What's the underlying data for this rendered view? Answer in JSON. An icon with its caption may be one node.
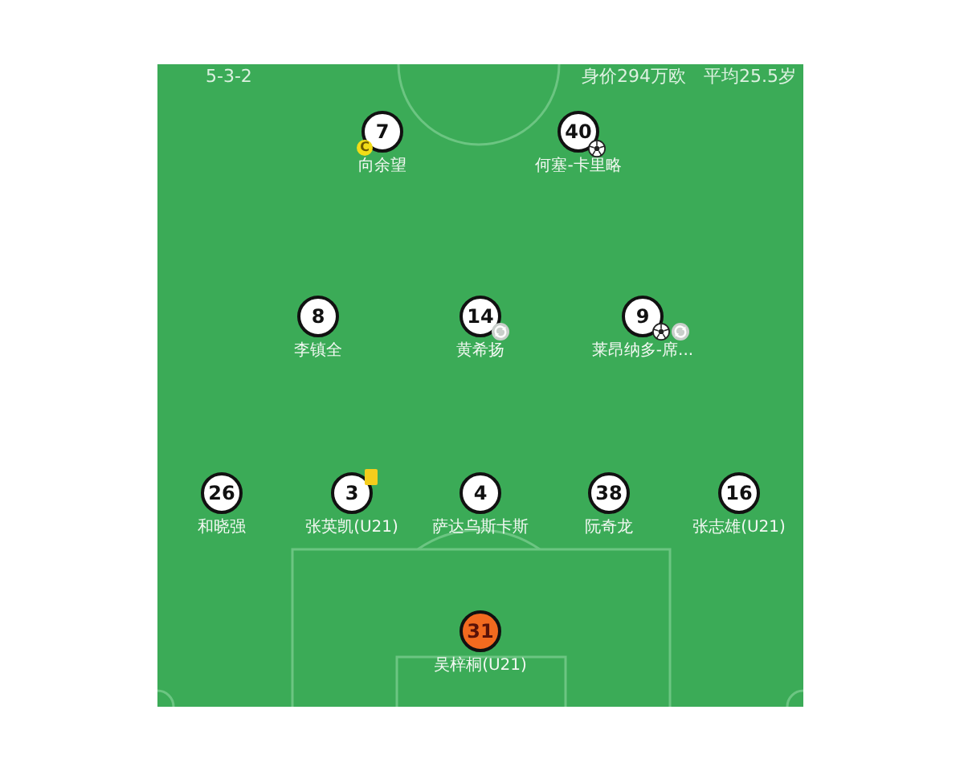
{
  "diagram": {
    "nodes": [
      {
        "text": [
          "7"
        ],
        "beside": [
          "向余望"
        ]
      },
      {
        "text": [
          "40"
        ],
        "beside": [
          "何塞-卡里略"
        ]
      },
      {
        "text": [
          "8"
        ],
        "beside": [
          "李镇全"
        ]
      },
      {
        "text": [
          "14"
        ],
        "beside": [
          "黄希扬"
        ]
      },
      {
        "text": [
          "9"
        ],
        "beside": [
          "莱昂纳多-席..."
        ]
      },
      {
        "text": [
          "26"
        ],
        "beside": [
          "和晓强"
        ]
      },
      {
        "text": [
          "3"
        ],
        "beside": [
          "张英凯(U21)"
        ]
      },
      {
        "text": [
          "4"
        ],
        "beside": [
          "萨达乌斯卡斯"
        ]
      },
      {
        "text": [
          "38"
        ],
        "beside": [
          "阮奇龙"
        ]
      },
      {
        "text": [
          "16"
        ],
        "beside": [
          "张志雄(U21)"
        ]
      },
      {
        "text": [
          "31"
        ],
        "beside": [
          "吴梓桐(U21)"
        ]
      }
    ],
    "labels": [
      "5-3-2",
      "身价294万欧",
      "平均25.5岁",
      "C"
    ]
  }
}
